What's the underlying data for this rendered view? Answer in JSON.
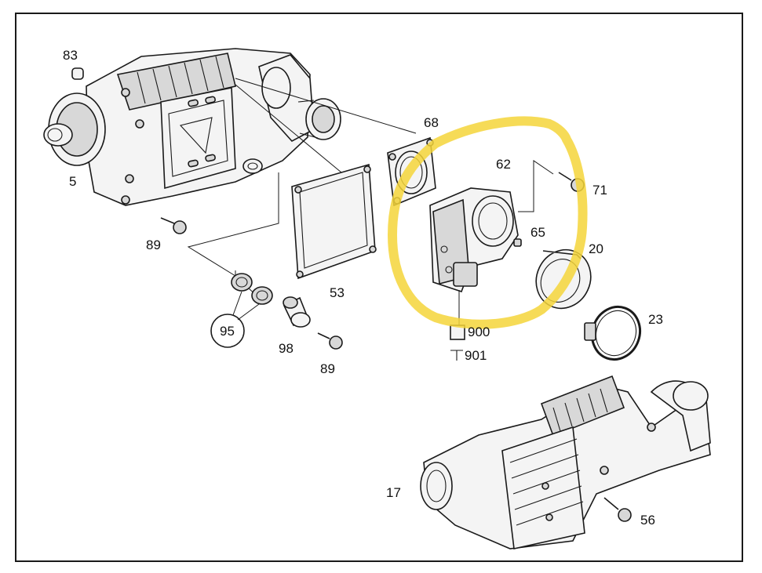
{
  "diagram": {
    "labels": {
      "p83": "83",
      "p5": "5",
      "p89a": "89",
      "p68": "68",
      "p62": "62",
      "p71": "71",
      "p65": "65",
      "p20": "20",
      "p53": "53",
      "p95": "95",
      "p98": "98",
      "p89b": "89",
      "p900": "900",
      "p901": "901",
      "p23": "23",
      "p17": "17",
      "p56": "56"
    },
    "highlight_color": "#f5d53a",
    "line_color": "#1a1a1a"
  }
}
